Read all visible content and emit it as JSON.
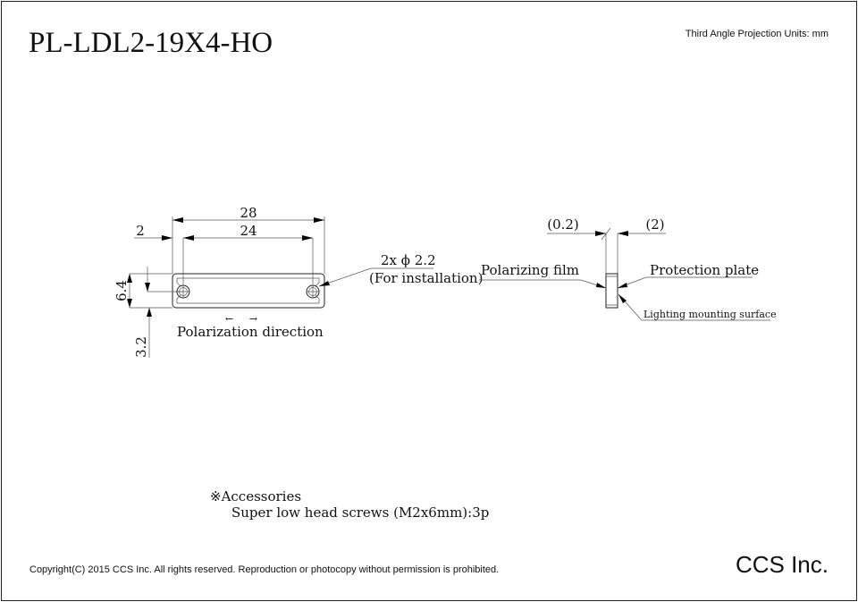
{
  "title": "PL-LDL2-19X4-HO",
  "projection_units": "Third Angle Projection Units: mm",
  "front_view": {
    "dim_overall_width": "28",
    "dim_hole_pitch": "24",
    "dim_edge_offset": "2",
    "dim_height": "6.4",
    "dim_hole_center": "3.2",
    "hole_callout": "2x ϕ 2.2",
    "hole_note": "(For installation)",
    "polarization_arrows": "←     →",
    "polarization_label": "Polarization direction"
  },
  "side_view": {
    "dim_film": "(0.2)",
    "dim_plate": "(2)",
    "film_label": "Polarizing film",
    "plate_label": "Protection plate",
    "surface_label": "Lighting mounting surface"
  },
  "accessories": {
    "heading": "※Accessories",
    "item": "Super low head screws (M2x6mm):3p"
  },
  "copyright": "Copyright(C) 2015 CCS Inc. All rights reserved. Reproduction or photocopy without permission is prohibited.",
  "company": "CCS Inc."
}
